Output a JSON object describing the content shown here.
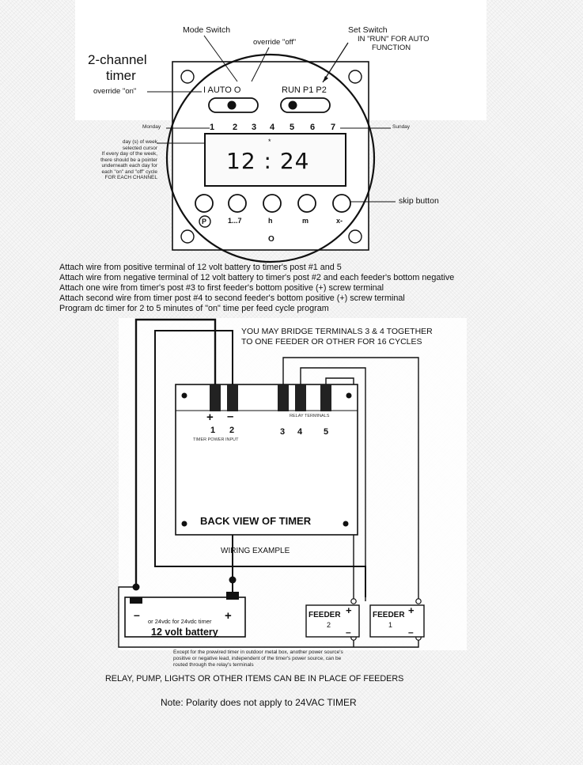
{
  "timer": {
    "title_line1": "2-channel",
    "title_line2": "timer",
    "mode_switch": "Mode Switch",
    "override_off": "override \"off\"",
    "set_switch": "Set Switch",
    "set_note_line1": "IN \"RUN\" FOR AUTO",
    "set_note_line2": "FUNCTION",
    "override_on": "override \"on\"",
    "mode_positions": "I  AUTO  O",
    "set_positions": "RUN  P1 P2",
    "monday": "Monday",
    "sunday": "Sunday",
    "days": [
      "1",
      "2",
      "3",
      "4",
      "5",
      "6",
      "7"
    ],
    "day_cursor_note": [
      "day (s) of week",
      "selected cursor",
      "If every day of the week,",
      "there should be a pointer",
      "underneath each day for",
      "each \"on\" and \"off\" cycle",
      "FOR EACH CHANNEL"
    ],
    "display_time": "12 : 24",
    "cursor_mark": "*",
    "button_labels": [
      "P",
      "1...7",
      "h",
      "m",
      "x-"
    ],
    "skip_button": "skip button",
    "bottom_o": "O"
  },
  "instructions": [
    "Attach wire from positive terminal of 12 volt battery to timer's post #1 and 5",
    "Attach wire from negative terminal of 12 volt battery to timer's post #2 and each feeder's bottom negative",
    "Attach one wire from timer's post #3 to first feeder's bottom positive (+) screw terminal",
    "Attach second wire from timer post #4 to second feeder's bottom positive (+) screw terminal",
    "Program dc timer for 2 to 5 minutes of \"on\" time per feed cycle program"
  ],
  "wiring": {
    "bridge_note_line1": "YOU MAY BRIDGE TERMINALS 3 & 4 TOGETHER",
    "bridge_note_line2": "TO ONE FEEDER OR OTHER FOR 16 CYCLES",
    "plus": "+",
    "minus": "–",
    "term_1": "1",
    "term_2": "2",
    "term_3": "3",
    "term_4": "4",
    "term_5": "5",
    "relay_terminals": "RELAY TERMINALS",
    "timer_power_input": "TIMER POWER INPUT",
    "back_view": "BACK VIEW OF TIMER",
    "wiring_example": "WIRING EXAMPLE",
    "battery_sub": "or 24vdc for 24vdc timer",
    "battery_label": "12 volt battery",
    "feeder2_name": "FEEDER",
    "feeder2_num": "2",
    "feeder1_name": "FEEDER",
    "feeder1_num": "1"
  },
  "footnote": [
    "Except for the prewired timer in outdoor metal box, another power source's",
    "positive or negative lead, independent of the timer's power source, can be",
    "routed through the relay's terminals"
  ],
  "relay_note": "RELAY, PUMP, LIGHTS OR OTHER ITEMS CAN BE IN PLACE OF FEEDERS",
  "polarity_note": "Note:  Polarity does not apply to 24VAC TIMER"
}
